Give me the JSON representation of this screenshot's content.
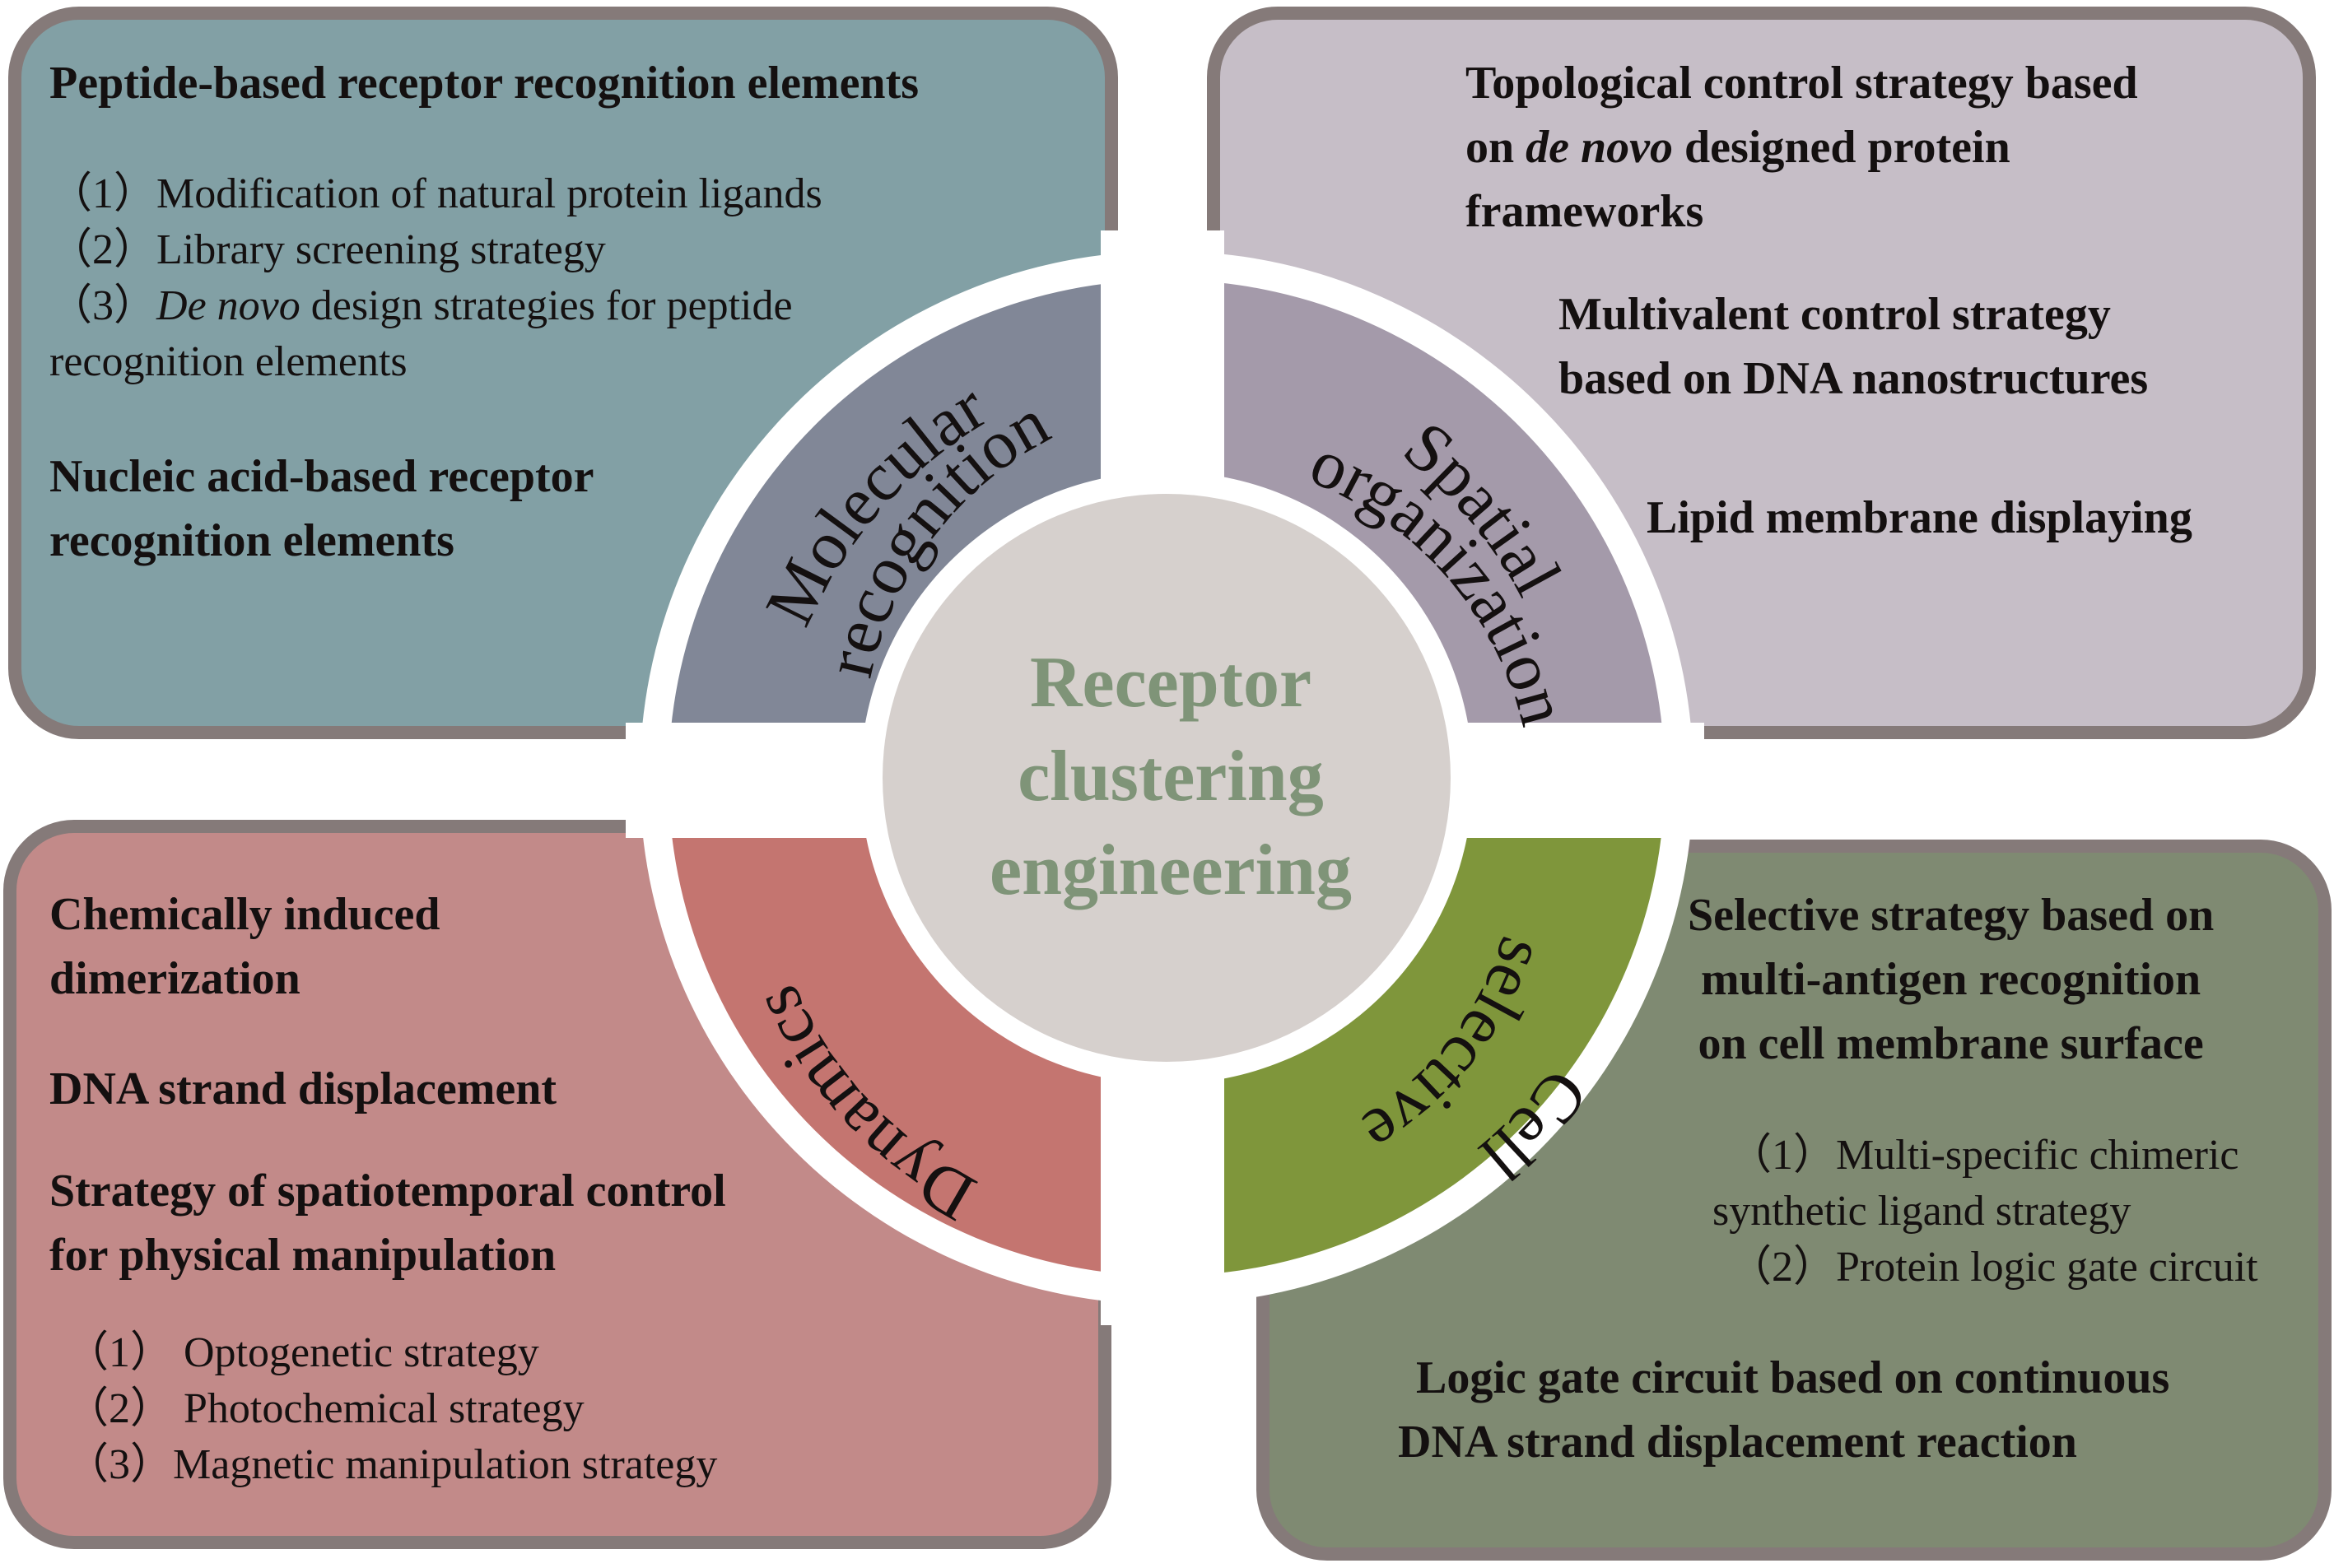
{
  "title": "Receptor clustering engineering",
  "center": {
    "lines": [
      "Receptor",
      "clustering",
      "engineering"
    ],
    "color": "#7f9478",
    "fill": "#d6d0cd"
  },
  "colors": {
    "border": "#857a79",
    "molecular_panel": "#82a0a5",
    "molecular_ring": "#818797",
    "spatial_panel": "#c6bec7",
    "spatial_ring": "#a49aaa",
    "dynamics_panel": "#c28a89",
    "dynamics_ring": "#c47570",
    "cell_panel": "#7f8a72",
    "cell_ring": "#7f963b"
  },
  "quadrants": {
    "molecular_recognition": {
      "ring_label": [
        "Molecular",
        "recognition"
      ],
      "heading1": "Peptide-based receptor recognition elements",
      "items": [
        "（1）Modification of natural protein ligands",
        "（2）Library screening strategy"
      ],
      "item3_prefix": "（3）",
      "item3_italic": "De novo",
      "item3_rest": " design strategies for peptide",
      "item3_cont": "recognition elements",
      "heading2_line1": "Nucleic acid-based receptor",
      "heading2_line2": "recognition elements"
    },
    "spatial_organization": {
      "ring_label": [
        "Spatial",
        "organization"
      ],
      "heading1_line1": "Topological control strategy based",
      "heading1_line2_prefix": "on ",
      "heading1_line2_italic": "de novo",
      "heading1_line2_rest": " designed protein",
      "heading1_line3": "frameworks",
      "heading2_line1": "Multivalent control strategy",
      "heading2_line2": "based on DNA nanostructures",
      "heading3": "Lipid membrane displaying"
    },
    "dynamics": {
      "ring_label": [
        "Dynamics"
      ],
      "heading1_line1": "Chemically induced",
      "heading1_line2": "dimerization",
      "heading2": "DNA strand displacement",
      "heading3_line1": "Strategy of spatiotemporal control",
      "heading3_line2": "for physical manipulation",
      "items": [
        "（1） Optogenetic strategy",
        "（2） Photochemical strategy",
        "（3）Magnetic manipulation strategy"
      ]
    },
    "cell_selective": {
      "ring_label": [
        "Cell",
        "selective"
      ],
      "heading1_line1": "Selective strategy based on",
      "heading1_line2": "multi-antigen recognition",
      "heading1_line3": "on cell membrane surface",
      "item1_line1": "（1）Multi-specific chimeric",
      "item1_line2": "synthetic ligand strategy",
      "item2": "（2）Protein logic gate circuit",
      "heading2_line1": "Logic gate circuit based on continuous",
      "heading2_line2": "DNA strand displacement reaction"
    }
  }
}
